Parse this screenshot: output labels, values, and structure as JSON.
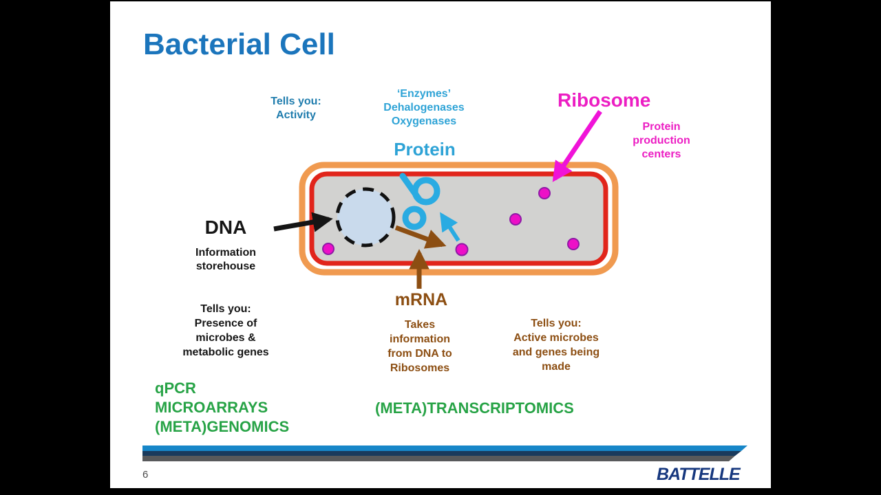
{
  "slide": {
    "title": "Bacterial Cell",
    "page_number": "6",
    "footer_logo": "BATTELLE"
  },
  "labels": {
    "activity": {
      "lines": [
        "Tells you:",
        "Activity"
      ]
    },
    "enzymes": {
      "lines": [
        "‘Enzymes’",
        "Dehalogenases",
        "Oxygenases"
      ]
    },
    "protein": "Protein",
    "ribosome": "Ribosome",
    "protein_production": {
      "lines": [
        "Protein",
        "production",
        "centers"
      ]
    },
    "dna": "DNA",
    "dna_desc": {
      "lines": [
        "Information",
        "storehouse"
      ]
    },
    "dna_tells": {
      "lines": [
        "Tells you:",
        "Presence of",
        "microbes &",
        "metabolic genes"
      ]
    },
    "mrna": "mRNA",
    "mrna_desc": {
      "lines": [
        "Takes",
        "information",
        "from DNA to",
        "Ribosomes"
      ]
    },
    "mrna_tells": {
      "lines": [
        "Tells you:",
        "Active microbes",
        "and genes being",
        "made"
      ]
    },
    "methods_dna": {
      "lines": [
        "qPCR",
        "MICROARRAYS",
        "(META)GENOMICS"
      ]
    },
    "methods_rna": "(META)TRANSCRIPTOMICS"
  },
  "colors": {
    "title_blue": "#1B75BC",
    "cyan": "#2EA3D6",
    "activity_teal": "#1F7CAD",
    "magenta": "#EC1EC3",
    "brown": "#8C4E12",
    "green": "#27A346",
    "cell_outer_orange": "#F09A50",
    "cell_membrane_red": "#E1251B",
    "cytoplasm_gray": "#D2D2D0",
    "nucleoid_blue": "#C9DAEC",
    "ribosome_dot": "#ED0FC7",
    "footer_bar_blue": "#1786C8",
    "footer_bar_navy": "#1A3A5C",
    "footer_bar_gray": "#58595B",
    "logo_navy": "#16377E"
  }
}
